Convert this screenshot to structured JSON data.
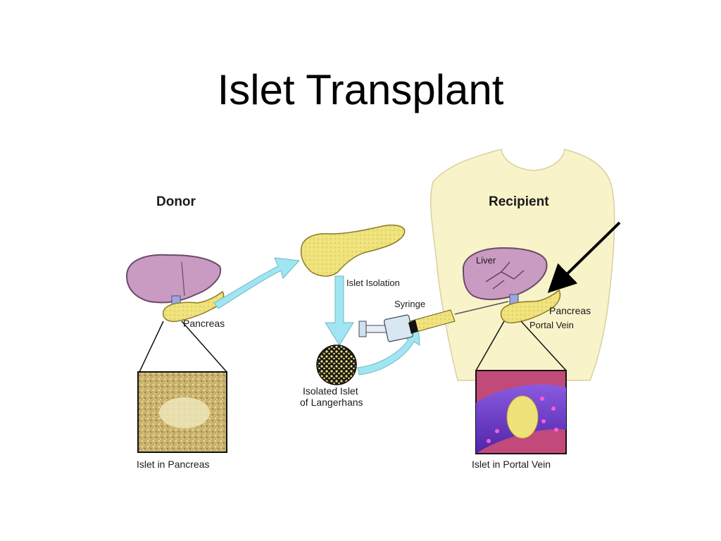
{
  "title": "Islet Transplant",
  "labels": {
    "donor": "Donor",
    "recipient": "Recipient",
    "donor_pancreas": "Pancreas",
    "islet_isolation": "Islet Isolation",
    "syringe": "Syringe",
    "isolated_islet_line1": "Isolated Islet",
    "isolated_islet_line2": "of Langerhans",
    "liver": "Liver",
    "recipient_pancreas": "Pancreas",
    "portal_vein": "Portal Vein",
    "islet_in_pancreas": "Islet in Pancreas",
    "islet_in_portal_vein": "Islet in Portal Vein"
  },
  "colors": {
    "liver": "#c99ac2",
    "pancreas": "#efe27a",
    "arrow": "#9fe6f2",
    "body": "#f8f3c9",
    "vessel": "#6f3fd0",
    "tissue": "#c9b46a"
  },
  "icons": [
    "liver-icon",
    "pancreas-icon",
    "syringe-icon",
    "islet-icon",
    "pointer-arrow-icon",
    "torso-icon"
  ]
}
